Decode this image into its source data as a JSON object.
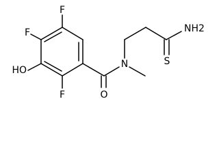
{
  "molecule": {
    "atom_labels": {
      "f_top": "F",
      "f_left": "F",
      "hydroxyl": "HO",
      "f_bottom": "F",
      "oxygen": "O",
      "nitrogen": "N",
      "amine": "NH2",
      "sulfur": "S"
    }
  }
}
